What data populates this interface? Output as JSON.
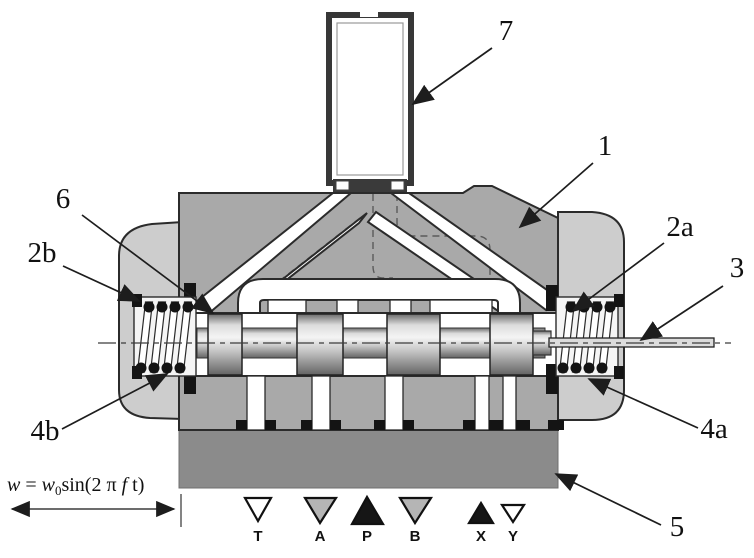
{
  "figure_title": "hydraulic directional control valve cross-section",
  "callouts": {
    "n7": "7",
    "n1": "1",
    "n6": "6",
    "n2a": "2a",
    "n2b": "2b",
    "n3": "3",
    "n4a": "4a",
    "n4b": "4b",
    "n5": "5"
  },
  "formula": {
    "w": "w",
    "eq": " = ",
    "w0": "w",
    "w0_sub": "0",
    "mid": "sin(2 π ",
    "f": "f",
    "tail": " t)"
  },
  "ports": [
    {
      "label": "T",
      "fill": "#ffffff",
      "direction": "down"
    },
    {
      "label": "A",
      "fill": "#b5b5b5",
      "direction": "down"
    },
    {
      "label": "P",
      "fill": "#161616",
      "direction": "up"
    },
    {
      "label": "B",
      "fill": "#b5b5b5",
      "direction": "down"
    },
    {
      "label": "X",
      "fill": "#161616",
      "direction": "up"
    },
    {
      "label": "Y",
      "fill": "#ffffff",
      "direction": "down"
    }
  ],
  "colors": {
    "body": "#a9a9a9",
    "end_cap": "#cdcdcd",
    "base_plate": "#8b8b8b",
    "channel_white": "#ffffff",
    "seal_black": "#141414",
    "outline": "#2b2b2b"
  }
}
